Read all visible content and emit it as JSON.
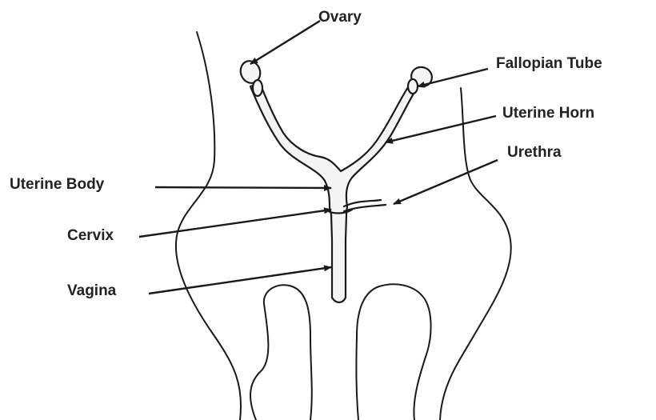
{
  "diagram": {
    "labels": {
      "ovary": "Ovary",
      "fallopian_tube": "Fallopian Tube",
      "uterine_horn": "Uterine Horn",
      "urethra": "Urethra",
      "uterine_body": "Uterine Body",
      "cervix": "Cervix",
      "vagina": "Vagina"
    }
  }
}
